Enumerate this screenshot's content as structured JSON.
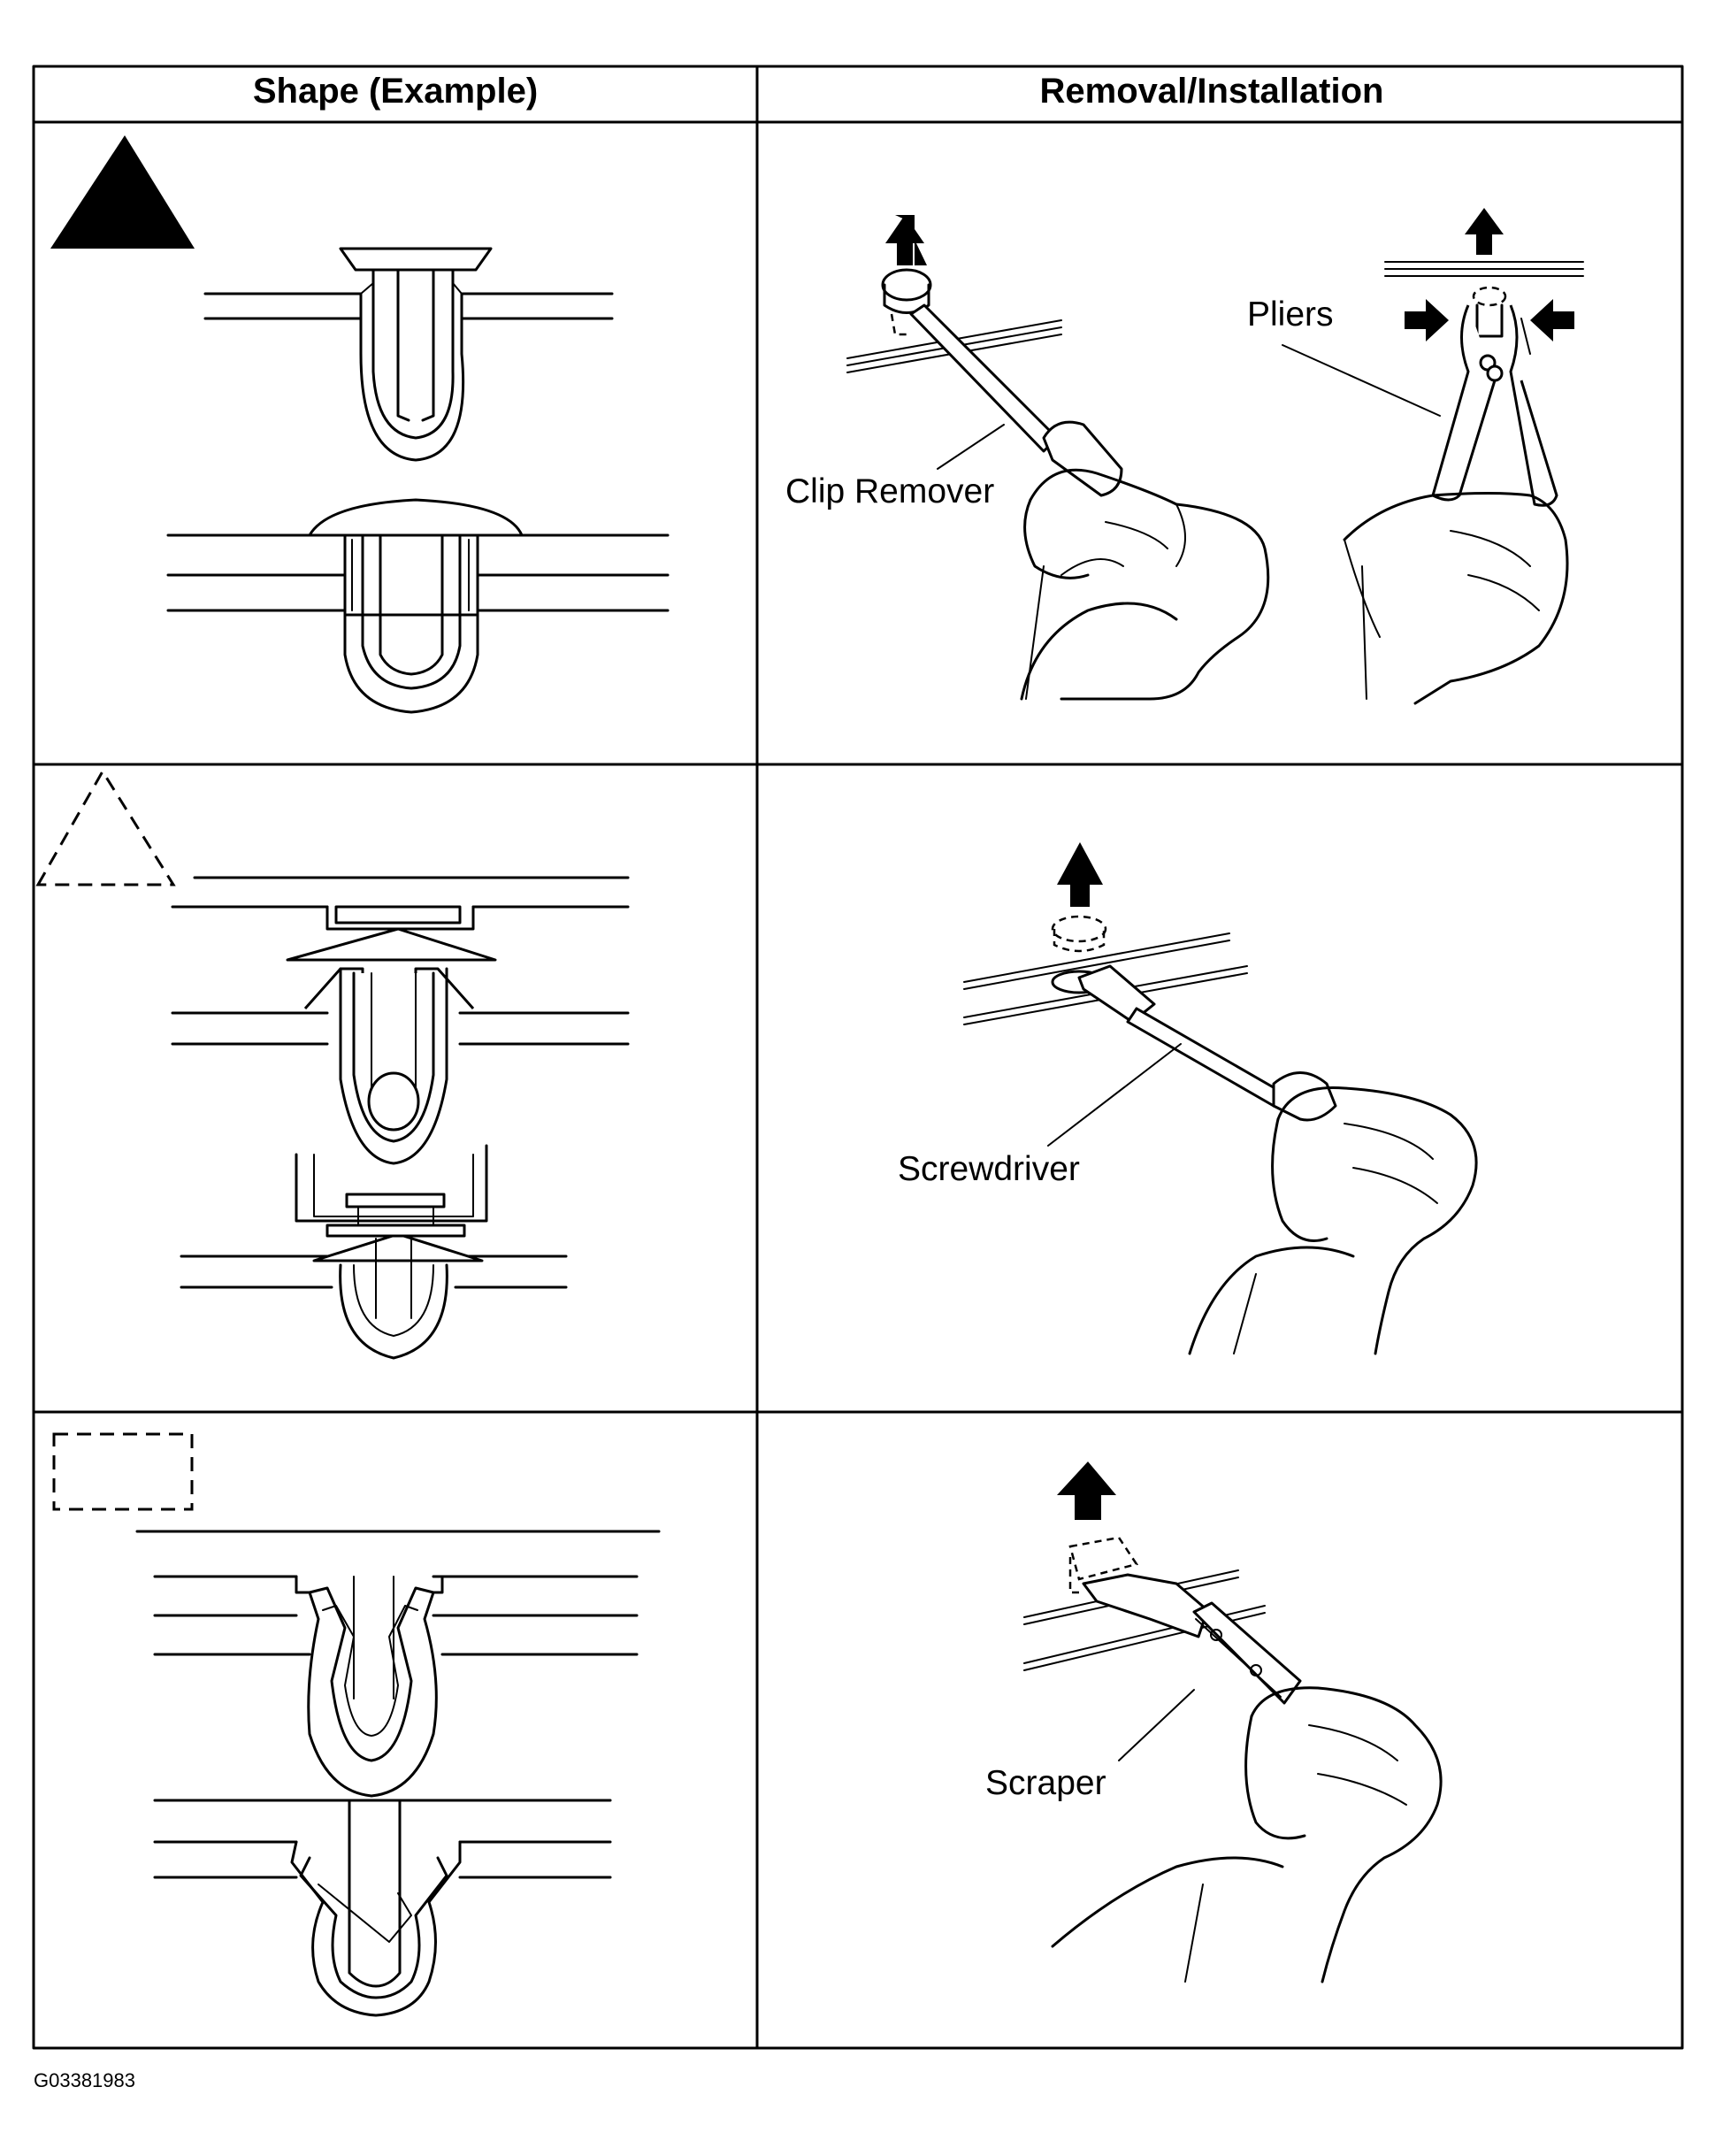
{
  "table": {
    "header_shape": "Shape (Example)",
    "header_removal": "Removal/Installation"
  },
  "rows": [
    {
      "marker": "solid-triangle",
      "labels": [
        "Clip Remover",
        "Pliers"
      ]
    },
    {
      "marker": "dashed-triangle",
      "labels": [
        "Screwdriver"
      ]
    },
    {
      "marker": "dashed-rectangle",
      "labels": [
        "Scraper"
      ]
    }
  ],
  "figure_code": "G03381983"
}
